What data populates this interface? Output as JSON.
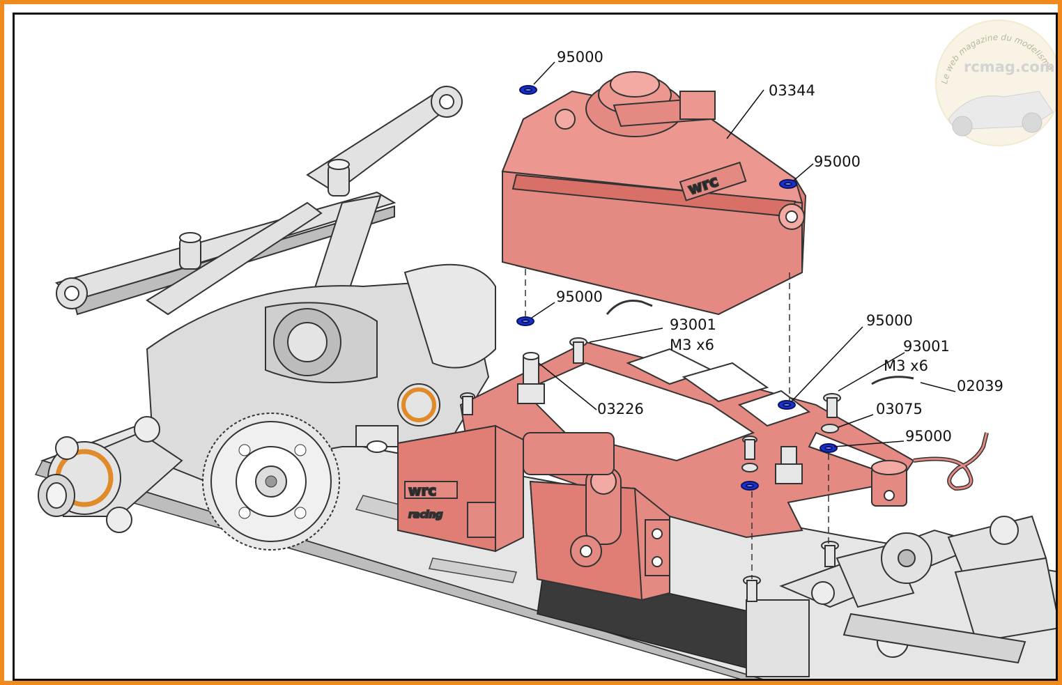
{
  "callouts": {
    "c1": "95000",
    "c2": "03344",
    "c3": "95000",
    "c4": "95000",
    "c5": "93001",
    "c5b": "M3 x6",
    "c6": "95000",
    "c7": "93001",
    "c7b": "M3 x6",
    "c8": "02039",
    "c9": "03226",
    "c10": "03075",
    "c11": "95000"
  },
  "watermark": {
    "arc_text": "Le web magazine du modelisme",
    "site": "rcmag.com"
  },
  "part_branding": {
    "tank_logo": "wrc",
    "servo_logo": "wrc",
    "servo_sub": "racing"
  },
  "colors": {
    "frame": "#f08a1c",
    "highlight_part": "#e58a82",
    "oring": "#1a2fd0",
    "chassis": "#d9d9d9"
  }
}
